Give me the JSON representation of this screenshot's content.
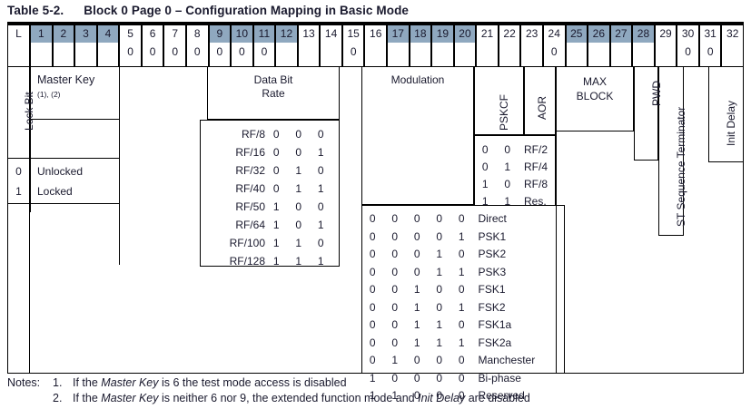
{
  "title": {
    "number": "Table 5-2.",
    "caption": "Block 0 Page 0 – Configuration Mapping in Basic Mode"
  },
  "colors": {
    "shaded_header": "#8fa8bf",
    "line": "#000000",
    "text": "#1a1a2e",
    "background": "#ffffff"
  },
  "bit_header": {
    "labels": [
      "L",
      "1",
      "2",
      "3",
      "4",
      "5",
      "6",
      "7",
      "8",
      "9",
      "10",
      "11",
      "12",
      "13",
      "14",
      "15",
      "16",
      "17",
      "18",
      "19",
      "20",
      "21",
      "22",
      "23",
      "24",
      "25",
      "26",
      "27",
      "28",
      "29",
      "30",
      "31",
      "32"
    ],
    "shaded": [
      false,
      true,
      true,
      true,
      true,
      false,
      false,
      false,
      false,
      true,
      true,
      true,
      true,
      false,
      false,
      false,
      false,
      true,
      true,
      true,
      true,
      false,
      false,
      false,
      false,
      true,
      true,
      true,
      true,
      false,
      false,
      false,
      false
    ]
  },
  "fixed_value_row": {
    "description": "Row of fixed bit values beneath the bit numbers",
    "values": [
      "",
      "",
      "",
      "",
      "",
      "0",
      "0",
      "0",
      "0",
      "0",
      "0",
      "0",
      "",
      "",
      "",
      "0",
      "",
      "",
      "",
      "",
      "",
      "",
      "",
      "",
      "0",
      "",
      "",
      "",
      "",
      "",
      "0",
      "0",
      ""
    ]
  },
  "fields": {
    "lock_bit": "Lock Bit",
    "master_key": "Master Key",
    "master_key_notes": "(1), (2)",
    "data_bit_rate_line1": "Data Bit",
    "data_bit_rate_line2": "Rate",
    "modulation": "Modulation",
    "pskcf": "PSKCF",
    "aor": "AOR",
    "max_block_line1": "MAX",
    "max_block_line2": "BLOCK",
    "pwd": "PWD",
    "st_sequence_terminator": "ST Sequence Terminator",
    "init_delay": "Init Delay"
  },
  "lock_bit_table": {
    "rows": [
      {
        "bit": "0",
        "meaning": "Unlocked"
      },
      {
        "bit": "1",
        "meaning": "Locked"
      }
    ]
  },
  "data_bit_rate_table": {
    "rows": [
      {
        "name": "RF/8",
        "bits": [
          "0",
          "0",
          "0"
        ]
      },
      {
        "name": "RF/16",
        "bits": [
          "0",
          "0",
          "1"
        ]
      },
      {
        "name": "RF/32",
        "bits": [
          "0",
          "1",
          "0"
        ]
      },
      {
        "name": "RF/40",
        "bits": [
          "0",
          "1",
          "1"
        ]
      },
      {
        "name": "RF/50",
        "bits": [
          "1",
          "0",
          "0"
        ]
      },
      {
        "name": "RF/64",
        "bits": [
          "1",
          "0",
          "1"
        ]
      },
      {
        "name": "RF/100",
        "bits": [
          "1",
          "1",
          "0"
        ]
      },
      {
        "name": "RF/128",
        "bits": [
          "1",
          "1",
          "1"
        ]
      }
    ]
  },
  "pskcf_table": {
    "rows": [
      {
        "bits": [
          "0",
          "0"
        ],
        "name": "RF/2"
      },
      {
        "bits": [
          "0",
          "1"
        ],
        "name": "RF/4"
      },
      {
        "bits": [
          "1",
          "0"
        ],
        "name": "RF/8"
      },
      {
        "bits": [
          "1",
          "1"
        ],
        "name": "Res."
      }
    ]
  },
  "modulation_table": {
    "rows": [
      {
        "bits": [
          "0",
          "0",
          "0",
          "0",
          "0"
        ],
        "name": "Direct"
      },
      {
        "bits": [
          "0",
          "0",
          "0",
          "0",
          "1"
        ],
        "name": "PSK1"
      },
      {
        "bits": [
          "0",
          "0",
          "0",
          "1",
          "0"
        ],
        "name": "PSK2"
      },
      {
        "bits": [
          "0",
          "0",
          "0",
          "1",
          "1"
        ],
        "name": "PSK3"
      },
      {
        "bits": [
          "0",
          "0",
          "1",
          "0",
          "0"
        ],
        "name": "FSK1"
      },
      {
        "bits": [
          "0",
          "0",
          "1",
          "0",
          "1"
        ],
        "name": "FSK2"
      },
      {
        "bits": [
          "0",
          "0",
          "1",
          "1",
          "0"
        ],
        "name": "FSK1a"
      },
      {
        "bits": [
          "0",
          "0",
          "1",
          "1",
          "1"
        ],
        "name": "FSK2a"
      },
      {
        "bits": [
          "0",
          "1",
          "0",
          "0",
          "0"
        ],
        "name": "Manchester"
      },
      {
        "bits": [
          "1",
          "0",
          "0",
          "0",
          "0"
        ],
        "name": "Bi-phase"
      },
      {
        "bits": [
          "1",
          "1",
          "0",
          "0",
          "0"
        ],
        "name": "Reserved"
      }
    ]
  },
  "notes": {
    "label": "Notes:",
    "items": [
      {
        "index": "1.",
        "parts": [
          {
            "t": "If the ",
            "i": false
          },
          {
            "t": "Master Key",
            "i": true
          },
          {
            "t": " is 6 the test mode access is disabled",
            "i": false
          }
        ]
      },
      {
        "index": "2.",
        "parts": [
          {
            "t": "If the ",
            "i": false
          },
          {
            "t": "Master Key",
            "i": true
          },
          {
            "t": " is neither 6 nor 9, the extended function mode and ",
            "i": false
          },
          {
            "t": "Init Delay",
            "i": true
          },
          {
            "t": " are disabled",
            "i": false
          }
        ]
      }
    ]
  }
}
